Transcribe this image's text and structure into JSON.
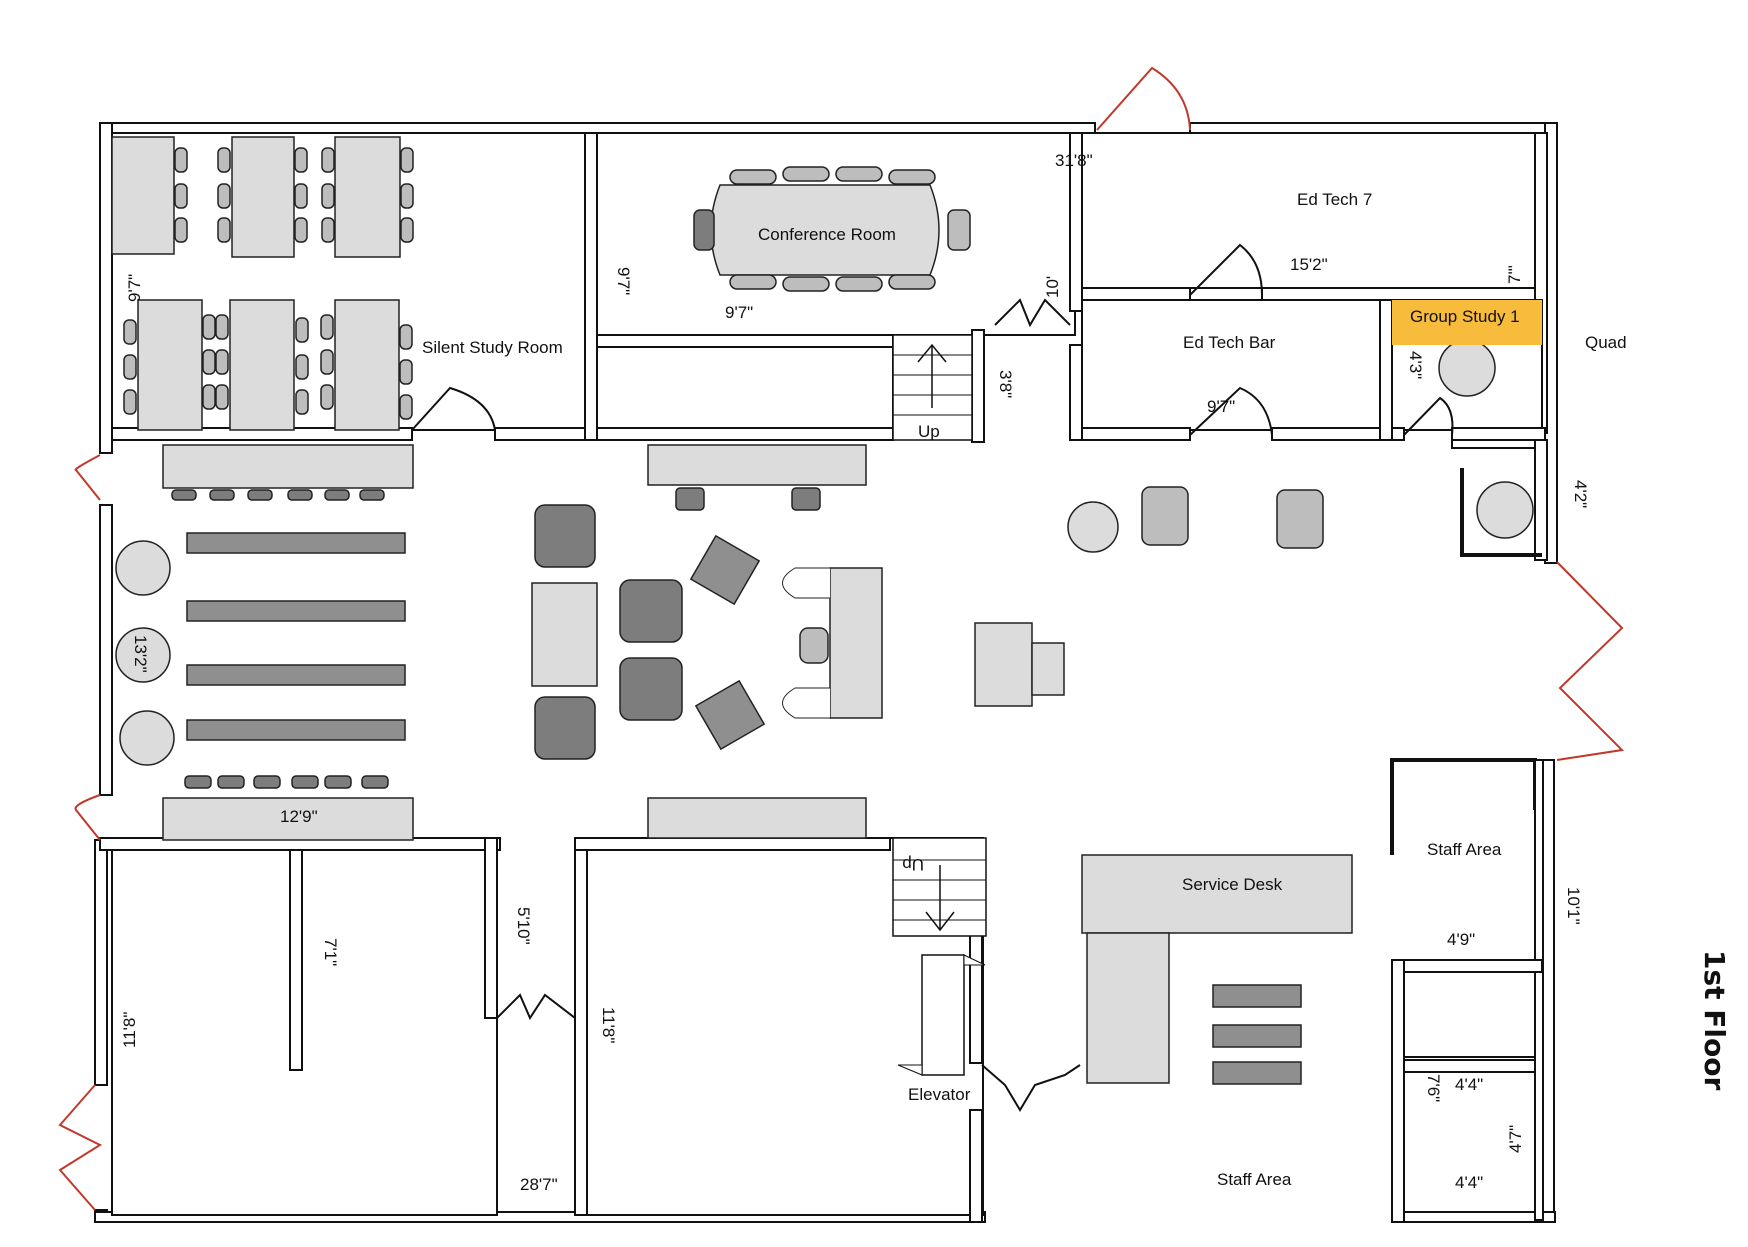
{
  "floor_title": "1st Floor",
  "colors": {
    "highlight": "#f7bc3c",
    "exterior_door": "#c0392b",
    "furniture": "#dcdcdc",
    "furniture_dark": "#8f8f8f"
  },
  "rooms": {
    "silent_study": "Silent Study Room",
    "conference": "Conference Room",
    "ed_tech_7": "Ed Tech 7",
    "ed_tech_bar": "Ed Tech Bar",
    "group_study_1": "Group Study 1",
    "quad": "Quad",
    "staff_area_top": "Staff Area",
    "service_desk": "Service Desk",
    "staff_area_bottom": "Staff Area",
    "elevator": "Elevator"
  },
  "stairs": {
    "up_top": "Up",
    "up_bottom": "Up"
  },
  "dimensions": {
    "d_31ft": "31'8\"",
    "d_15_2": "15'2\"",
    "d_7_top": "7'\"",
    "d_9_7_study": "9'7\"",
    "d_9_7_conf_v": "9'7\"",
    "d_9_7_conf_h": "9'7\"",
    "d_10": "10'",
    "d_3_8": "3'8\"",
    "d_9_7_bar": "9'7\"",
    "d_4_3": "4'3\"",
    "d_4_2": "4'2\"",
    "d_13_2": "13'2\"",
    "d_12_9": "12'9\"",
    "d_5_10": "5'10\"",
    "d_7_1": "7'1\"",
    "d_11_8_left": "11'8\"",
    "d_11_8_right": "11'8\"",
    "d_28_7": "28'7\"",
    "d_10_1": "10'1\"",
    "d_4_9": "4'9\"",
    "d_7_6": "7'6\"",
    "d_4_4_top": "4'4\"",
    "d_4_7": "4'7\"",
    "d_4_4_bottom": "4'4\""
  },
  "icons": {
    "north": "compass-none",
    "chair": "chair-icon",
    "table": "table-icon"
  }
}
